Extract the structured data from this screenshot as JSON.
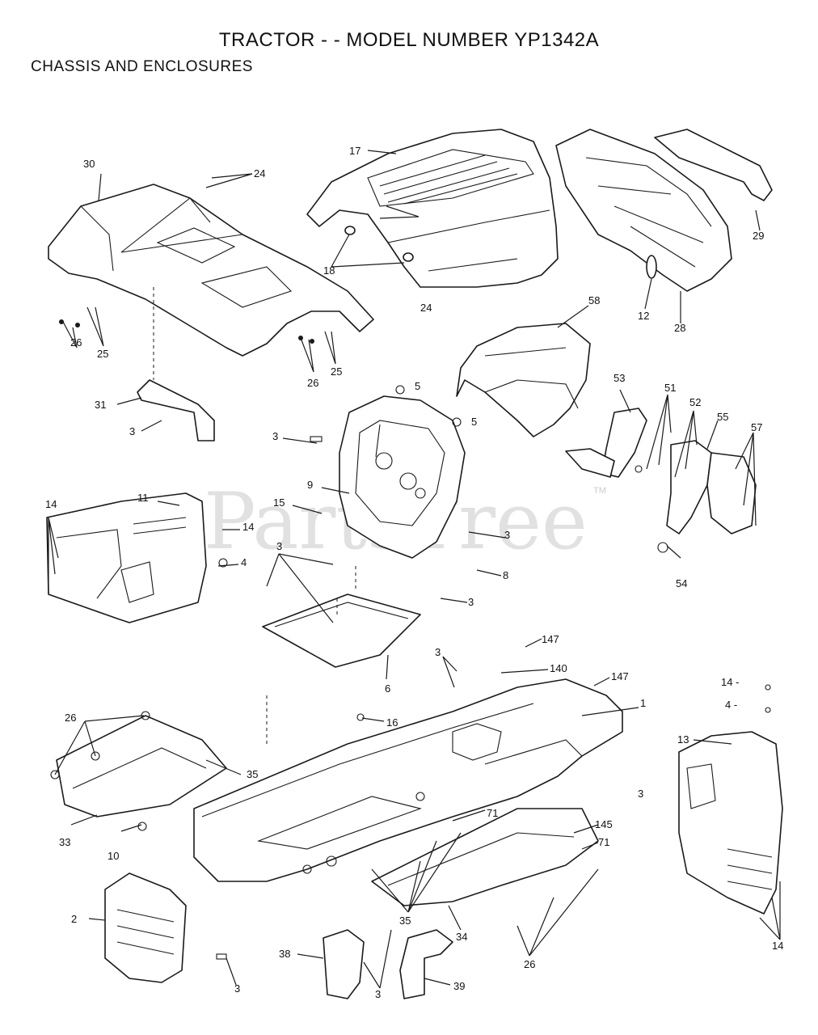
{
  "header": {
    "title": "TRACTOR - - MODEL NUMBER YP1342A",
    "section": "CHASSIS AND ENCLOSURES"
  },
  "watermark": {
    "text": "PartsTree",
    "mark": "TM"
  },
  "callouts": {
    "c30": "30",
    "c24a": "24",
    "c17": "17",
    "c29": "29",
    "c18": "18",
    "c24b": "24",
    "c58": "58",
    "c12": "12",
    "c28": "28",
    "c25a": "25",
    "c26a": "26",
    "c26b": "26",
    "c25b": "25",
    "c5a": "5",
    "c5b": "5",
    "c31": "31",
    "c3a": "3",
    "c3b": "3",
    "c53": "53",
    "c51": "51",
    "c52": "52",
    "c55": "55",
    "c57": "57",
    "c11": "11",
    "c9": "9",
    "c15": "15",
    "c14a": "14",
    "c14b": "14",
    "c3c": "3",
    "c3d": "3",
    "c4a": "4",
    "c8": "8",
    "c3e": "3",
    "c54": "54",
    "c6": "6",
    "c147a": "147",
    "c3f": "3",
    "c140": "140",
    "c147b": "147",
    "c14c": "14 -",
    "c4b": "4 -",
    "c1": "1",
    "c26c": "26",
    "c16": "16",
    "c13": "13",
    "c35a": "35",
    "c3g": "3",
    "c71a": "71",
    "c145": "145",
    "c71b": "71",
    "c33": "33",
    "c10": "10",
    "c2": "2",
    "c35b": "35",
    "c34": "34",
    "c26d": "26",
    "c14d": "14",
    "c3h": "3",
    "c38": "38",
    "c3i": "3",
    "c39": "39"
  }
}
